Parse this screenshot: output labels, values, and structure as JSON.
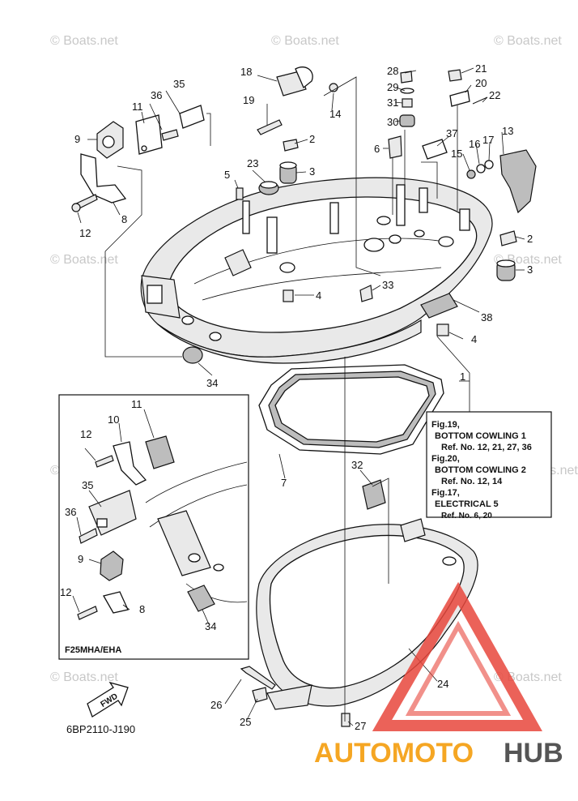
{
  "watermark": "© Boats.net",
  "diagram_code": "6BP2110-J190",
  "inset_label": "F25MHA/EHA",
  "fwd_label": "FWD",
  "brand": {
    "part1": "AUTOMOTO",
    "part2": "HUB",
    "color1": "#f5a623",
    "color2": "#555555",
    "triangle_color": "#e8463c"
  },
  "reference_box": {
    "lines": [
      "Fig.19,",
      "BOTTOM COWLING 1",
      "Ref. No. 12, 21, 27, 36",
      "Fig.20,",
      "BOTTOM COWLING 2",
      "Ref. No. 12, 14",
      "Fig.17,",
      "ELECTRICAL 5",
      "Ref. No. 6, 20"
    ]
  },
  "callouts": {
    "c1": "1",
    "c2a": "2",
    "c2b": "2",
    "c3a": "3",
    "c3b": "3",
    "c4a": "4",
    "c4b": "4",
    "c5": "5",
    "c6": "6",
    "c7": "7",
    "c8a": "8",
    "c8b": "8",
    "c9a": "9",
    "c9b": "9",
    "c10": "10",
    "c11a": "11",
    "c11b": "11",
    "c12a": "12",
    "c12b": "12",
    "c12c": "12",
    "c13": "13",
    "c14": "14",
    "c15": "15",
    "c16": "16",
    "c17": "17",
    "c18": "18",
    "c19": "19",
    "c20": "20",
    "c21": "21",
    "c22": "22",
    "c23": "23",
    "c24": "24",
    "c25": "25",
    "c26": "26",
    "c27": "27",
    "c28": "28",
    "c29": "29",
    "c30": "30",
    "c31": "31",
    "c32": "32",
    "c33": "33",
    "c34a": "34",
    "c34b": "34",
    "c35a": "35",
    "c35b": "35",
    "c36a": "36",
    "c36b": "36",
    "c37": "37",
    "c38": "38"
  }
}
